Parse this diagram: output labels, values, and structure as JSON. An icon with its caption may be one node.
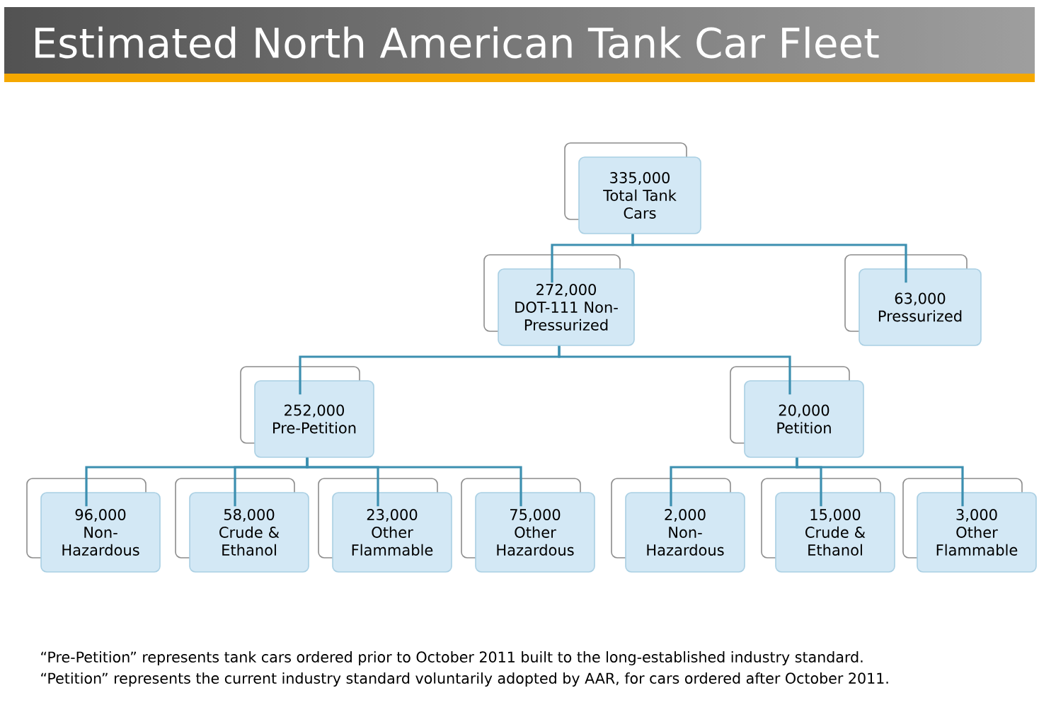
{
  "diagram": {
    "title": "Estimated North American Tank Car Fleet",
    "nodes": [
      {
        "text": [
          "335,000",
          "Total Tank Cars"
        ]
      },
      {
        "text": [
          "272,000",
          "DOT-111 Non-Pressurized"
        ]
      },
      {
        "text": [
          "63,000",
          "Pressurized"
        ]
      },
      {
        "text": [
          "252,000",
          "Pre-Petition"
        ]
      },
      {
        "text": [
          "20,000",
          "Petition"
        ]
      },
      {
        "text": [
          "96,000",
          "Non-Hazardous"
        ]
      },
      {
        "text": [
          "58,000",
          "Crude & Ethanol"
        ]
      },
      {
        "text": [
          "23,000",
          "Other Flammable"
        ]
      },
      {
        "text": [
          "75,000",
          "Other Hazardous"
        ]
      },
      {
        "text": [
          "2,000",
          "Non-Hazardous"
        ]
      },
      {
        "text": [
          "15,000",
          "Crude & Ethanol"
        ]
      },
      {
        "text": [
          "3,000",
          "Other Flammable"
        ]
      }
    ],
    "edges": [
      {
        "from": 0,
        "to": 1,
        "arrow": "none"
      },
      {
        "from": 0,
        "to": 2,
        "arrow": "none"
      },
      {
        "from": 1,
        "to": 3,
        "arrow": "none"
      },
      {
        "from": 1,
        "to": 4,
        "arrow": "none"
      },
      {
        "from": 3,
        "to": 5,
        "arrow": "none"
      },
      {
        "from": 3,
        "to": 6,
        "arrow": "none"
      },
      {
        "from": 3,
        "to": 7,
        "arrow": "none"
      },
      {
        "from": 3,
        "to": 8,
        "arrow": "none"
      },
      {
        "from": 4,
        "to": 9,
        "arrow": "none"
      },
      {
        "from": 4,
        "to": 10,
        "arrow": "none"
      },
      {
        "from": 4,
        "to": 11,
        "arrow": "none"
      }
    ],
    "labels": [
      "“Pre-Petition” represents tank cars ordered prior to October 2011 built to the long-established industry standard.",
      "“Petition” represents the current industry standard voluntarily adopted by AAR, for cars ordered after October 2011."
    ]
  }
}
